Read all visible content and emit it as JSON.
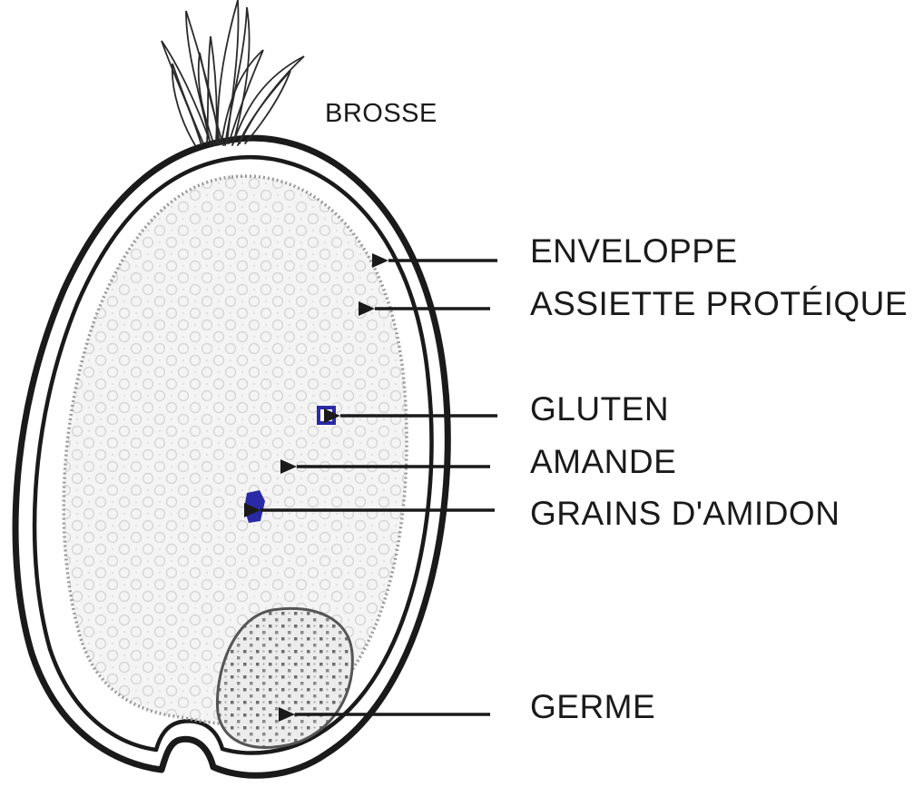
{
  "labels": {
    "brosse": "BROSSE",
    "enveloppe": "ENVELOPPE",
    "assiette": "ASSIETTE PROTÉIQUE",
    "gluten": "GLUTEN",
    "amande": "AMANDE",
    "grains": "GRAINS D'AMIDON",
    "germe": "GERME"
  },
  "colors": {
    "ink": "#1a1a1a",
    "marker_blue": "#2a2aa6",
    "endosperm_fill": "#f3f3f3",
    "germ_fill": "#eaeaea"
  }
}
